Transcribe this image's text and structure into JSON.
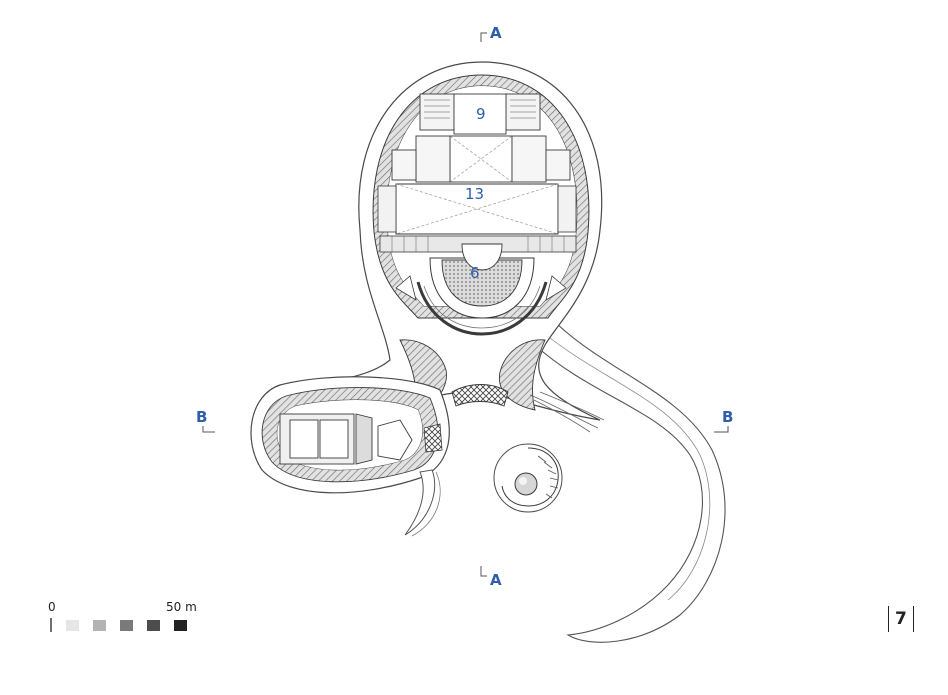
{
  "plan": {
    "room_labels": {
      "top": "9",
      "middle": "13",
      "hall": "6"
    },
    "section_markers": {
      "a_top": "A",
      "a_bottom": "A",
      "b_left": "B",
      "b_right": "B"
    }
  },
  "scale_bar": {
    "start_label": "0",
    "end_label": "50 m",
    "swatch_colors": [
      "#e6e6e6",
      "#b3b3b3",
      "#7a7a7a",
      "#4d4d4d",
      "#222222"
    ]
  },
  "page": {
    "number": "7"
  }
}
